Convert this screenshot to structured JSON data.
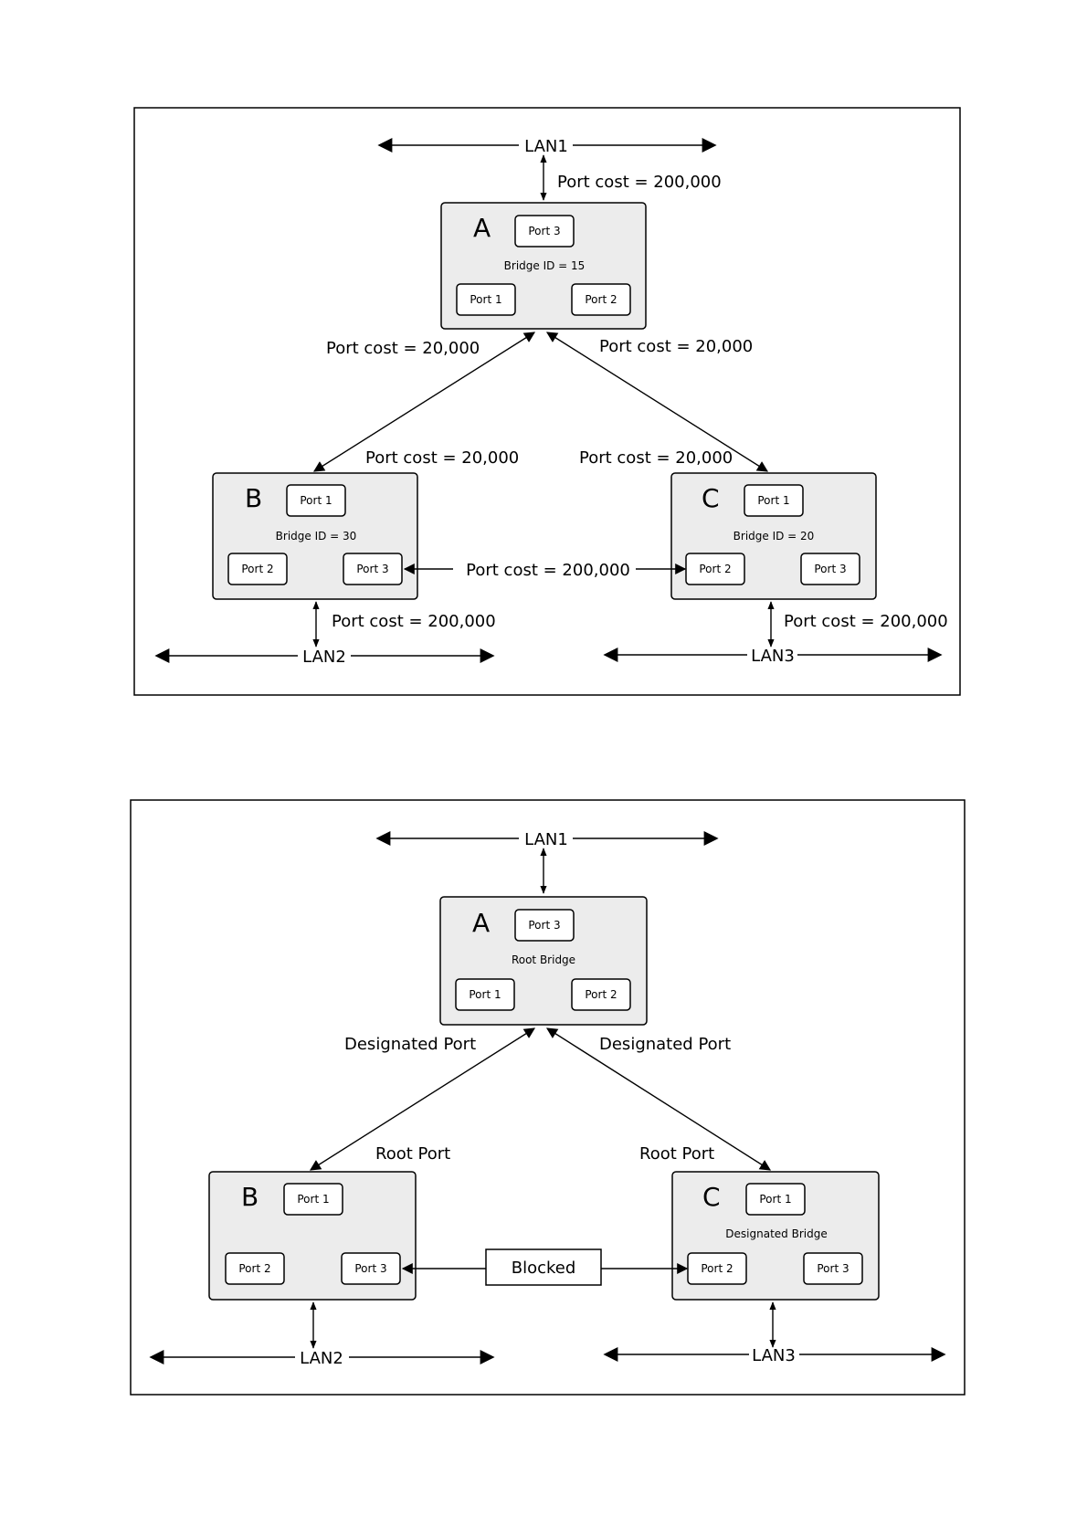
{
  "diagram1": {
    "lan1": "LAN1",
    "lan2": "LAN2",
    "lan3": "LAN3",
    "cost_lan1": "Port cost = 200,000",
    "cost_a_left": "Port cost = 20,000",
    "cost_a_right": "Port cost = 20,000",
    "cost_b_top": "Port cost = 20,000",
    "cost_c_top": "Port cost = 20,000",
    "cost_bc": "Port cost = 200,000",
    "cost_lan2": "Port cost = 200,000",
    "cost_lan3": "Port cost = 200,000",
    "bridge_a": {
      "letter": "A",
      "caption": "Bridge ID = 15",
      "port_top": "Port 3",
      "port_left": "Port 1",
      "port_right": "Port 2"
    },
    "bridge_b": {
      "letter": "B",
      "caption": "Bridge ID = 30",
      "port_top": "Port 1",
      "port_left": "Port 2",
      "port_right": "Port 3"
    },
    "bridge_c": {
      "letter": "C",
      "caption": "Bridge ID = 20",
      "port_top": "Port 1",
      "port_left": "Port 2",
      "port_right": "Port 3"
    }
  },
  "diagram2": {
    "lan1": "LAN1",
    "lan2": "LAN2",
    "lan3": "LAN3",
    "label_a_left": "Designated Port",
    "label_a_right": "Designated Port",
    "label_b_top": "Root Port",
    "label_c_top": "Root Port",
    "blocked": "Blocked",
    "bridge_a": {
      "letter": "A",
      "caption": "Root Bridge",
      "port_top": "Port 3",
      "port_left": "Port 1",
      "port_right": "Port 2"
    },
    "bridge_b": {
      "letter": "B",
      "caption": "",
      "port_top": "Port 1",
      "port_left": "Port 2",
      "port_right": "Port 3"
    },
    "bridge_c": {
      "letter": "C",
      "caption": "Designated Bridge",
      "port_top": "Port 1",
      "port_left": "Port 2",
      "port_right": "Port 3"
    }
  }
}
